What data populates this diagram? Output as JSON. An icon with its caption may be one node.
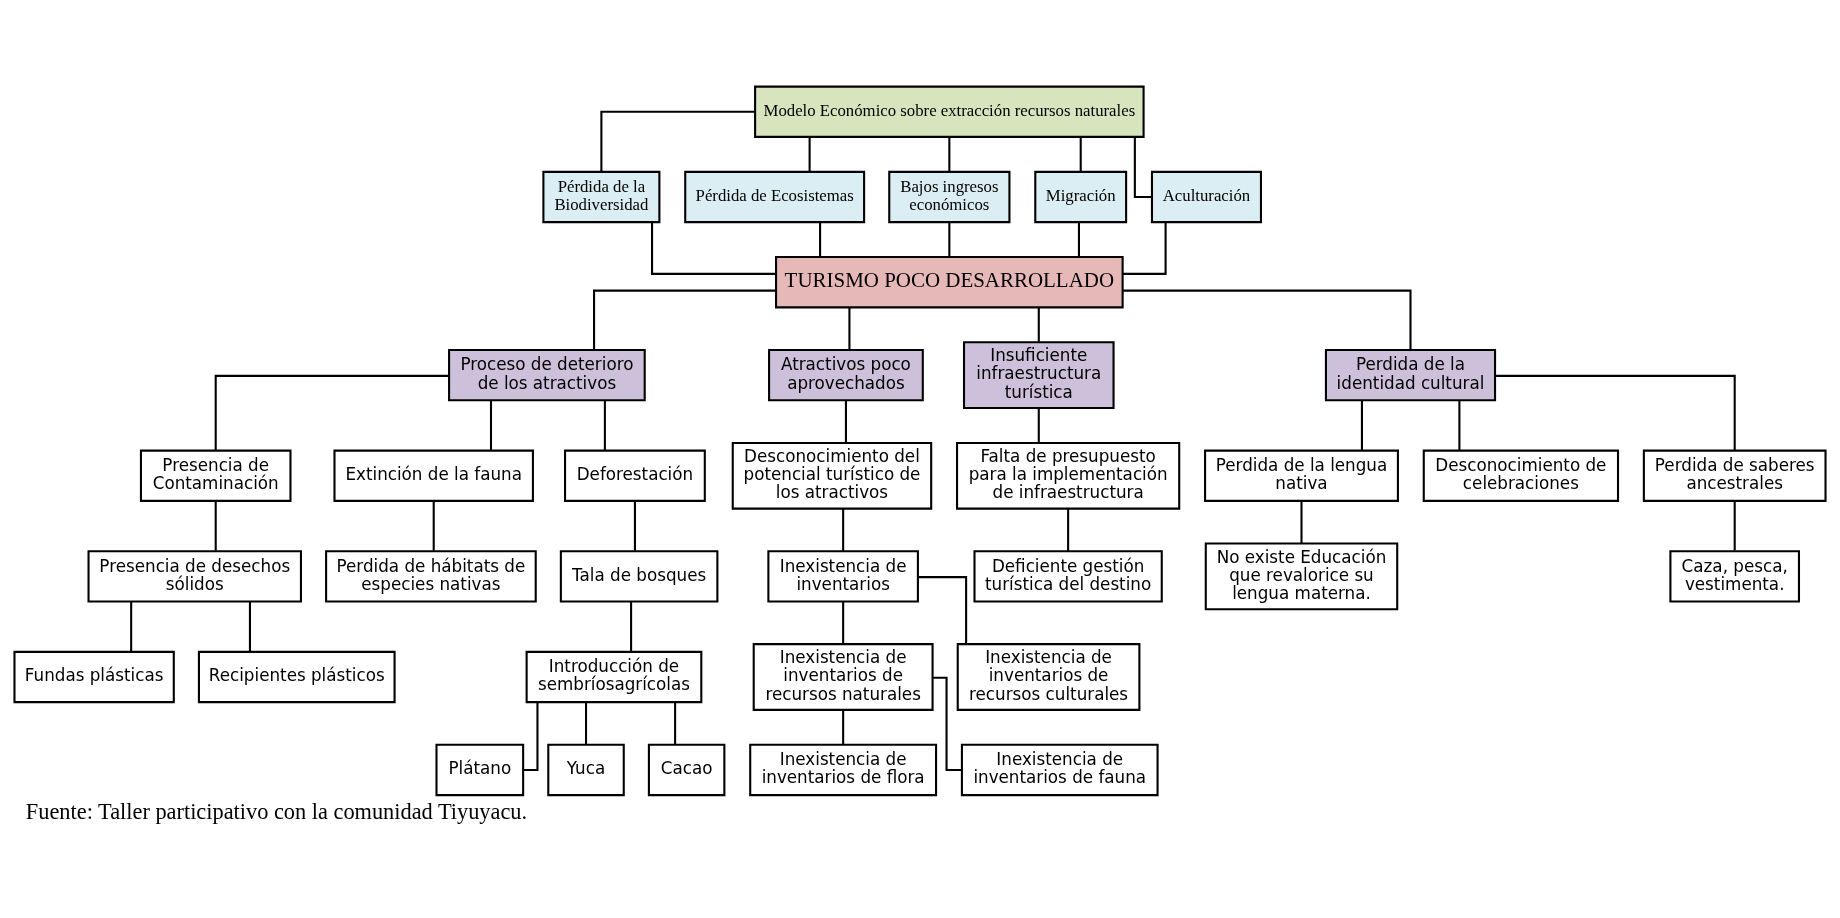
{
  "diagram": {
    "caption": "Fuente: Taller participativo con la comunidad Tiyuyacu.",
    "nodes": [
      {
        "text": [
          "Modelo Económico sobre extracción recursos naturales"
        ]
      },
      {
        "text": [
          "Pérdida de la Biodiversidad"
        ]
      },
      {
        "text": [
          "Pérdida de Ecosistemas"
        ]
      },
      {
        "text": [
          "Bajos ingresos económicos"
        ]
      },
      {
        "text": [
          "Migración"
        ]
      },
      {
        "text": [
          "Aculturación"
        ]
      },
      {
        "text": [
          "TURISMO POCO DESARROLLADO"
        ]
      },
      {
        "text": [
          "Proceso de deterioro de los atractivos"
        ]
      },
      {
        "text": [
          "Atractivos poco aprovechados"
        ]
      },
      {
        "text": [
          "Insuficiente infraestructura turística"
        ]
      },
      {
        "text": [
          "Perdida de la identidad cultural"
        ]
      },
      {
        "text": [
          "Presencia de Contaminación"
        ]
      },
      {
        "text": [
          "Extinción de la fauna"
        ]
      },
      {
        "text": [
          "Deforestación"
        ]
      },
      {
        "text": [
          "Presencia de desechos sólidos"
        ]
      },
      {
        "text": [
          "Fundas plásticas"
        ]
      },
      {
        "text": [
          "Recipientes plásticos"
        ]
      },
      {
        "text": [
          "Perdida de hábitats de especies nativas"
        ]
      },
      {
        "text": [
          "Tala de bosques"
        ]
      },
      {
        "text": [
          "Introducción de sembríosagrícolas"
        ]
      },
      {
        "text": [
          "Plátano"
        ]
      },
      {
        "text": [
          "Yuca"
        ]
      },
      {
        "text": [
          "Cacao"
        ]
      },
      {
        "text": [
          "Desconocimiento del potencial turístico de los atractivos"
        ]
      },
      {
        "text": [
          "Inexistencia de inventarios"
        ]
      },
      {
        "text": [
          "Inexistencia de inventarios de recursos naturales"
        ]
      },
      {
        "text": [
          "Inexistencia de inventarios de recursos culturales"
        ]
      },
      {
        "text": [
          "Inexistencia de inventarios de flora"
        ]
      },
      {
        "text": [
          "Inexistencia de inventarios de fauna"
        ]
      },
      {
        "text": [
          "Falta de presupuesto para la implementación de infraestructura"
        ]
      },
      {
        "text": [
          "Deficiente gestión turística del destino"
        ]
      },
      {
        "text": [
          "Perdida de la lengua nativa"
        ]
      },
      {
        "text": [
          "Desconocimiento de celebraciones"
        ]
      },
      {
        "text": [
          "Perdida de saberes ancestrales"
        ]
      },
      {
        "text": [
          "No existe Educación que revalorice su lengua materna."
        ]
      },
      {
        "text": [
          "Caza, pesca, vestimenta."
        ]
      }
    ],
    "edges": [
      {
        "from": 0,
        "to": 1,
        "arrow": "none"
      },
      {
        "from": 0,
        "to": 2,
        "arrow": "none"
      },
      {
        "from": 0,
        "to": 3,
        "arrow": "none"
      },
      {
        "from": 0,
        "to": 4,
        "arrow": "none"
      },
      {
        "from": 0,
        "to": 5,
        "arrow": "none"
      },
      {
        "from": 1,
        "to": 6,
        "arrow": "none"
      },
      {
        "from": 2,
        "to": 6,
        "arrow": "none"
      },
      {
        "from": 3,
        "to": 6,
        "arrow": "none"
      },
      {
        "from": 4,
        "to": 6,
        "arrow": "none"
      },
      {
        "from": 5,
        "to": 6,
        "arrow": "none"
      },
      {
        "from": 6,
        "to": 7,
        "arrow": "none"
      },
      {
        "from": 6,
        "to": 8,
        "arrow": "none"
      },
      {
        "from": 6,
        "to": 9,
        "arrow": "none"
      },
      {
        "from": 6,
        "to": 10,
        "arrow": "none"
      },
      {
        "from": 7,
        "to": 11,
        "arrow": "none"
      },
      {
        "from": 7,
        "to": 12,
        "arrow": "none"
      },
      {
        "from": 7,
        "to": 13,
        "arrow": "none"
      },
      {
        "from": 11,
        "to": 14,
        "arrow": "none"
      },
      {
        "from": 14,
        "to": 15,
        "arrow": "none"
      },
      {
        "from": 14,
        "to": 16,
        "arrow": "none"
      },
      {
        "from": 12,
        "to": 17,
        "arrow": "none"
      },
      {
        "from": 13,
        "to": 18,
        "arrow": "none"
      },
      {
        "from": 18,
        "to": 19,
        "arrow": "none"
      },
      {
        "from": 19,
        "to": 20,
        "arrow": "none"
      },
      {
        "from": 19,
        "to": 21,
        "arrow": "none"
      },
      {
        "from": 19,
        "to": 22,
        "arrow": "none"
      },
      {
        "from": 8,
        "to": 23,
        "arrow": "none"
      },
      {
        "from": 23,
        "to": 24,
        "arrow": "none"
      },
      {
        "from": 24,
        "to": 25,
        "arrow": "none"
      },
      {
        "from": 24,
        "to": 26,
        "arrow": "none"
      },
      {
        "from": 25,
        "to": 27,
        "arrow": "none"
      },
      {
        "from": 25,
        "to": 28,
        "arrow": "none"
      },
      {
        "from": 9,
        "to": 29,
        "arrow": "none"
      },
      {
        "from": 29,
        "to": 30,
        "arrow": "none"
      },
      {
        "from": 10,
        "to": 31,
        "arrow": "none"
      },
      {
        "from": 10,
        "to": 32,
        "arrow": "none"
      },
      {
        "from": 10,
        "to": 33,
        "arrow": "none"
      },
      {
        "from": 31,
        "to": 34,
        "arrow": "none"
      },
      {
        "from": 33,
        "to": 35,
        "arrow": "none"
      }
    ]
  }
}
